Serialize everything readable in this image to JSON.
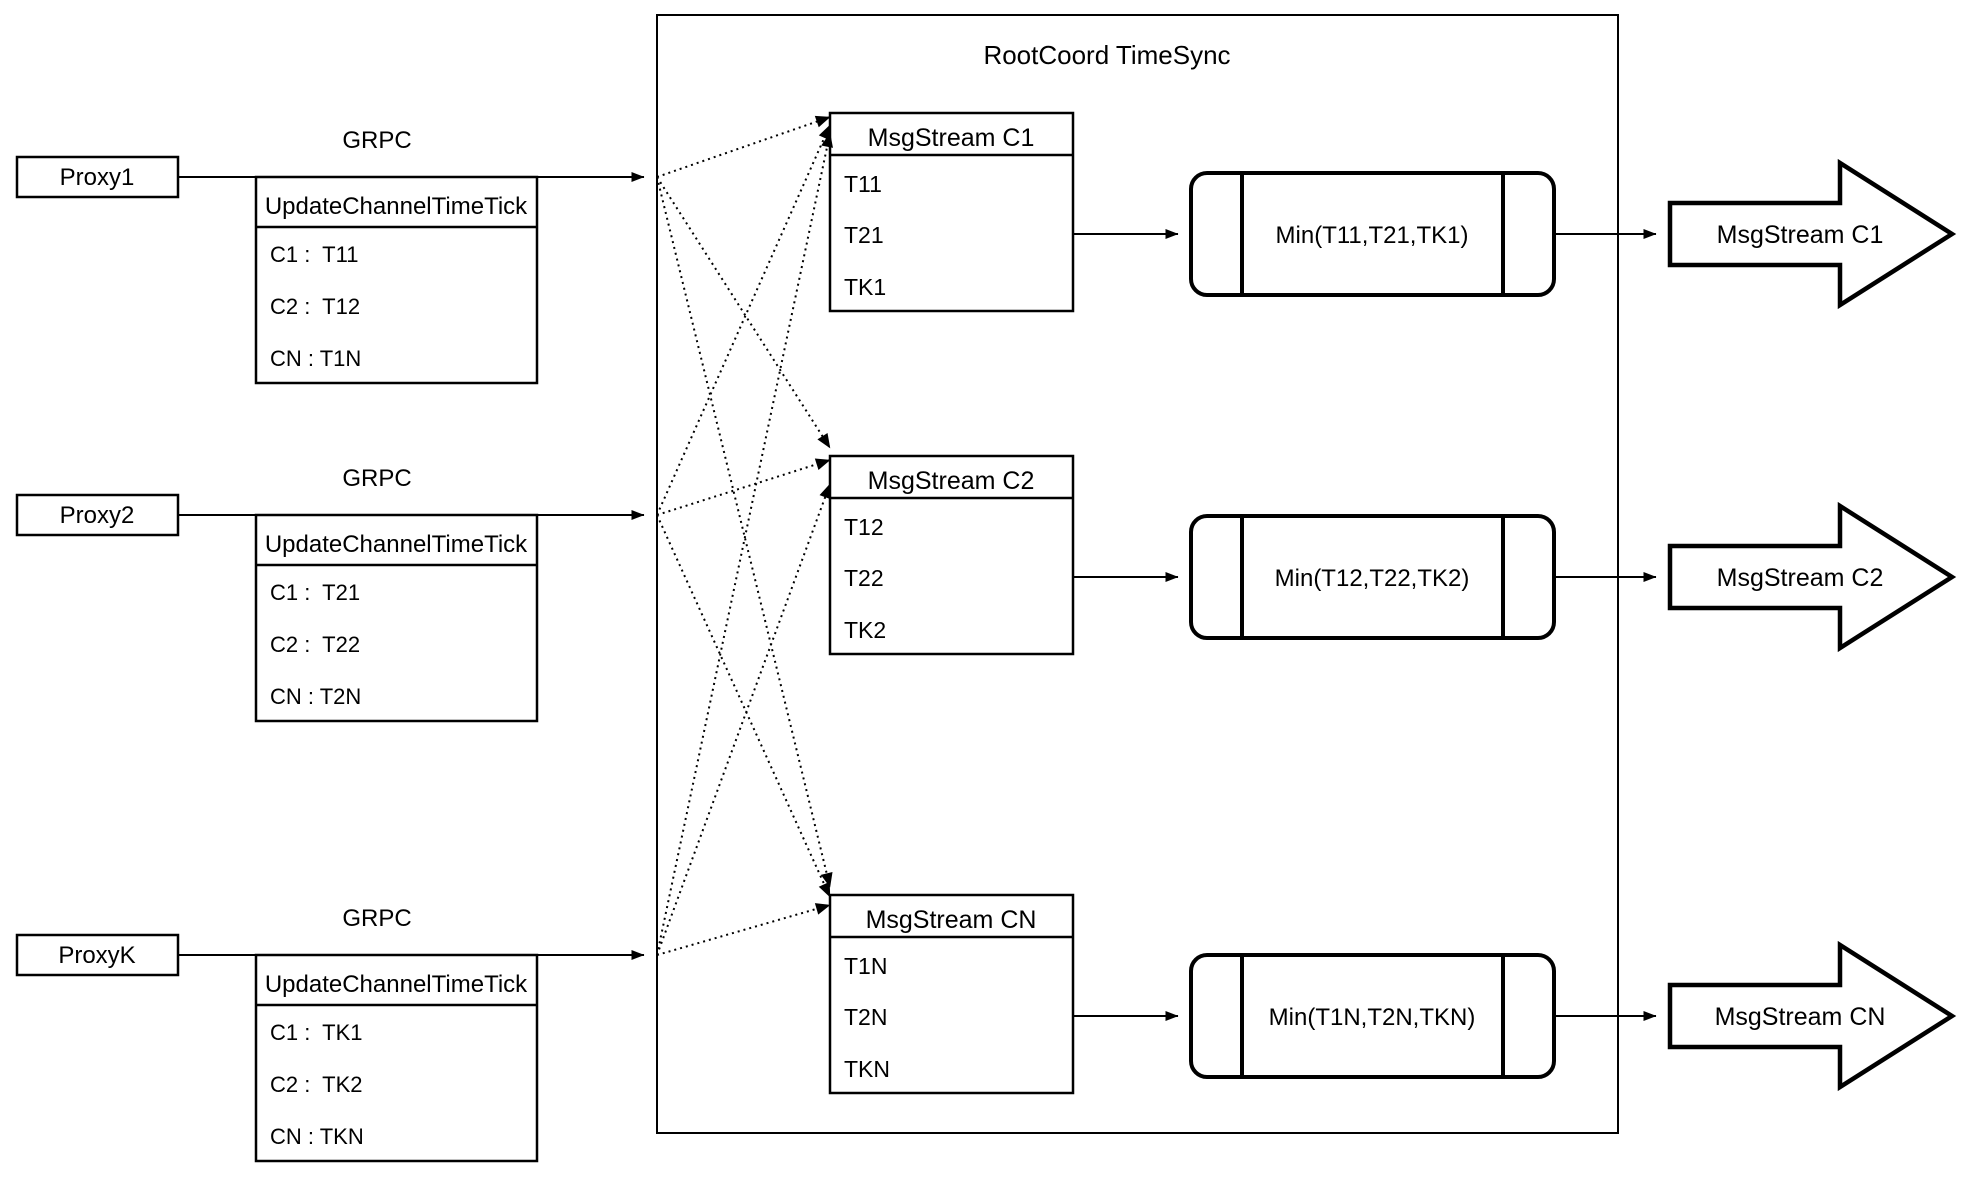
{
  "colors": {
    "background": "#ffffff",
    "stroke": "#000000"
  },
  "diagram": {
    "title": "RootCoord TimeSync",
    "rows": [
      {
        "proxy_label": "Proxy1",
        "grpc_label": "GRPC",
        "update_table": {
          "header": "UpdateChannelTimeTick",
          "rows": [
            "C1 :  T11",
            "C2 :  T12",
            "CN : T1N"
          ]
        },
        "msgstream_table": {
          "header": "MsgStream C1",
          "rows": [
            "T11",
            "T21",
            "TK1"
          ]
        },
        "min_label": "Min(T11,T21,TK1)",
        "output_label": "MsgStream C1"
      },
      {
        "proxy_label": "Proxy2",
        "grpc_label": "GRPC",
        "update_table": {
          "header": "UpdateChannelTimeTick",
          "rows": [
            "C1 :  T21",
            "C2 :  T22",
            "CN : T2N"
          ]
        },
        "msgstream_table": {
          "header": "MsgStream C2",
          "rows": [
            "T12",
            "T22",
            "TK2"
          ]
        },
        "min_label": "Min(T12,T22,TK2)",
        "output_label": "MsgStream C2"
      },
      {
        "proxy_label": "ProxyK",
        "grpc_label": "GRPC",
        "update_table": {
          "header": "UpdateChannelTimeTick",
          "rows": [
            "C1 :  TK1",
            "C2 :  TK2",
            "CN : TKN"
          ]
        },
        "msgstream_table": {
          "header": "MsgStream CN",
          "rows": [
            "T1N",
            "T2N",
            "TKN"
          ]
        },
        "min_label": "Min(T1N,T2N,TKN)",
        "output_label": "MsgStream CN"
      }
    ]
  }
}
